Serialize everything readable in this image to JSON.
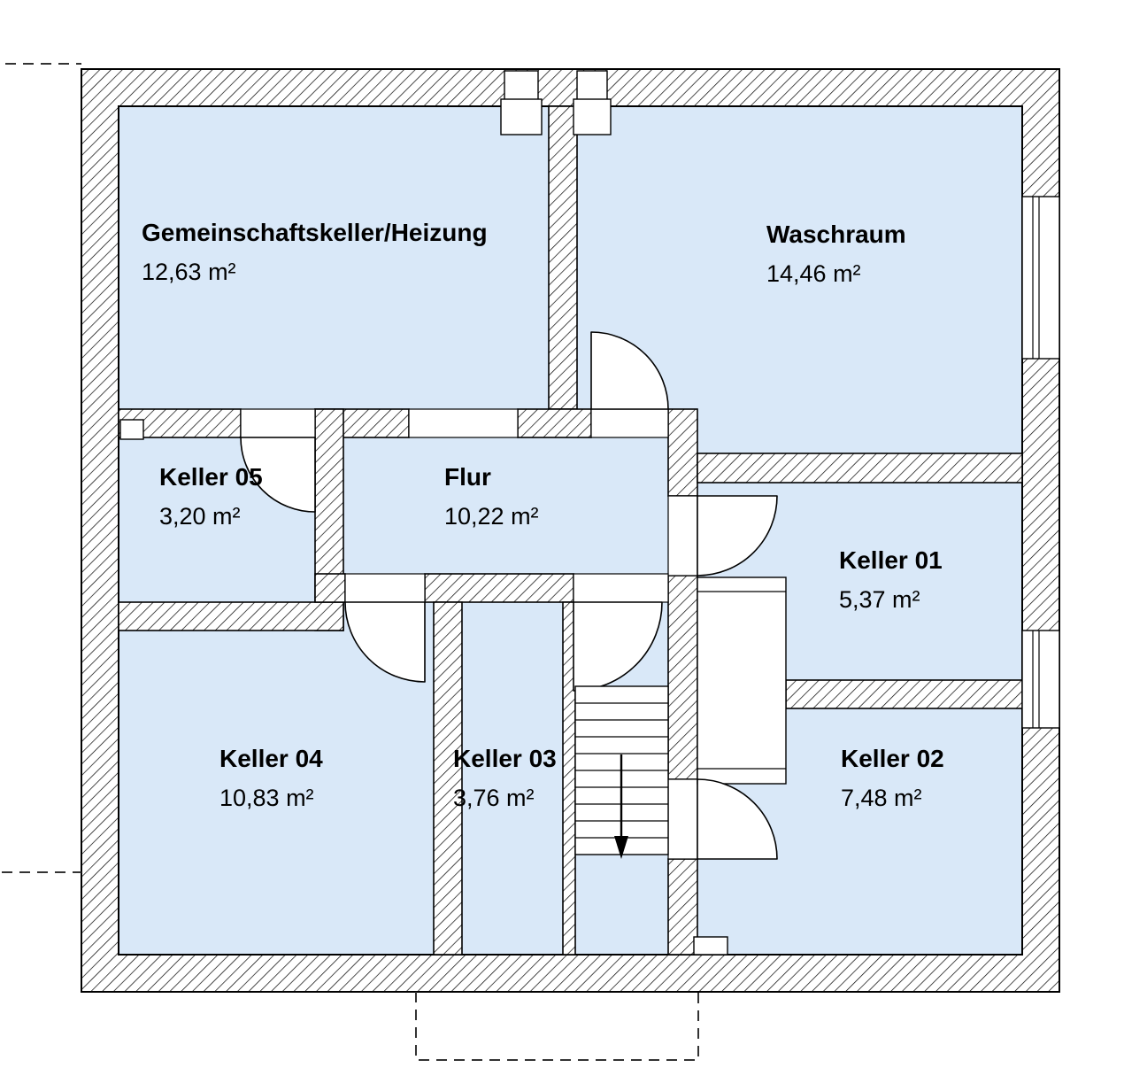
{
  "rooms": [
    {
      "id": "gemeinschaftskeller",
      "name": "Gemeinschaftskeller/Heizung",
      "area": "12,63 m²"
    },
    {
      "id": "waschraum",
      "name": "Waschraum",
      "area": "14,46 m²"
    },
    {
      "id": "keller05",
      "name": "Keller 05",
      "area": "3,20 m²"
    },
    {
      "id": "flur",
      "name": "Flur",
      "area": "10,22 m²"
    },
    {
      "id": "keller01",
      "name": "Keller 01",
      "area": "5,37 m²"
    },
    {
      "id": "keller04",
      "name": "Keller 04",
      "area": "10,83 m²"
    },
    {
      "id": "keller03",
      "name": "Keller 03",
      "area": "3,76 m²"
    },
    {
      "id": "keller02",
      "name": "Keller 02",
      "area": "7,48 m²"
    }
  ],
  "colors": {
    "room_fill": "#d9e8f8",
    "wall_line": "#000000",
    "background": "#ffffff"
  }
}
